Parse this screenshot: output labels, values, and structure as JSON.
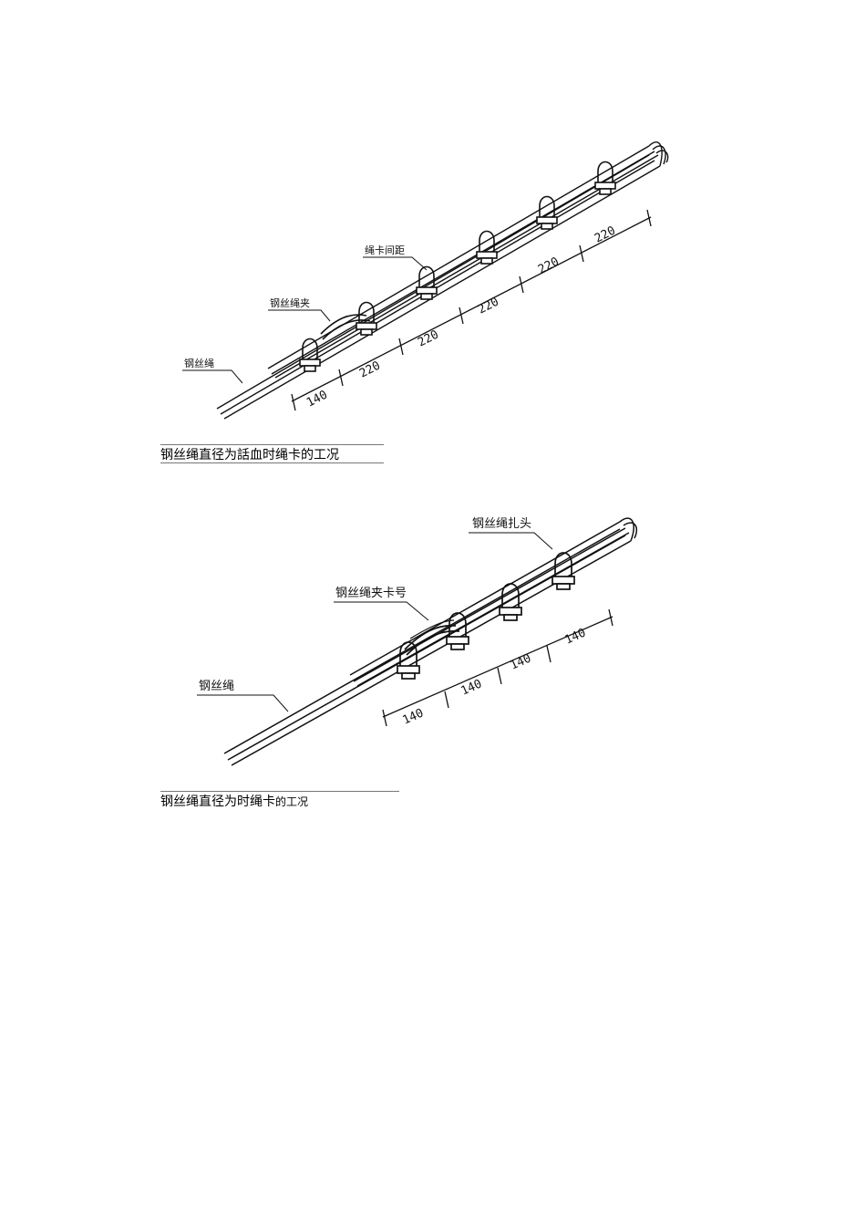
{
  "figures": [
    {
      "caption": "钢丝绳直径为話血时绳卡的工况",
      "labels": {
        "a": "绳卡间距",
        "b": "钢丝绳夹",
        "c": "钢丝绳"
      },
      "dimensions": [
        "140",
        "220",
        "220",
        "220",
        "220",
        "220"
      ]
    },
    {
      "caption_main": "钢丝绳直径为时绳卡",
      "caption_small": "的工况",
      "labels": {
        "a": "钢丝绳扎头",
        "b": "钢丝绳夹卡号",
        "c": "钢丝绳"
      },
      "dimensions": [
        "140",
        "140",
        "140",
        "140"
      ]
    }
  ]
}
